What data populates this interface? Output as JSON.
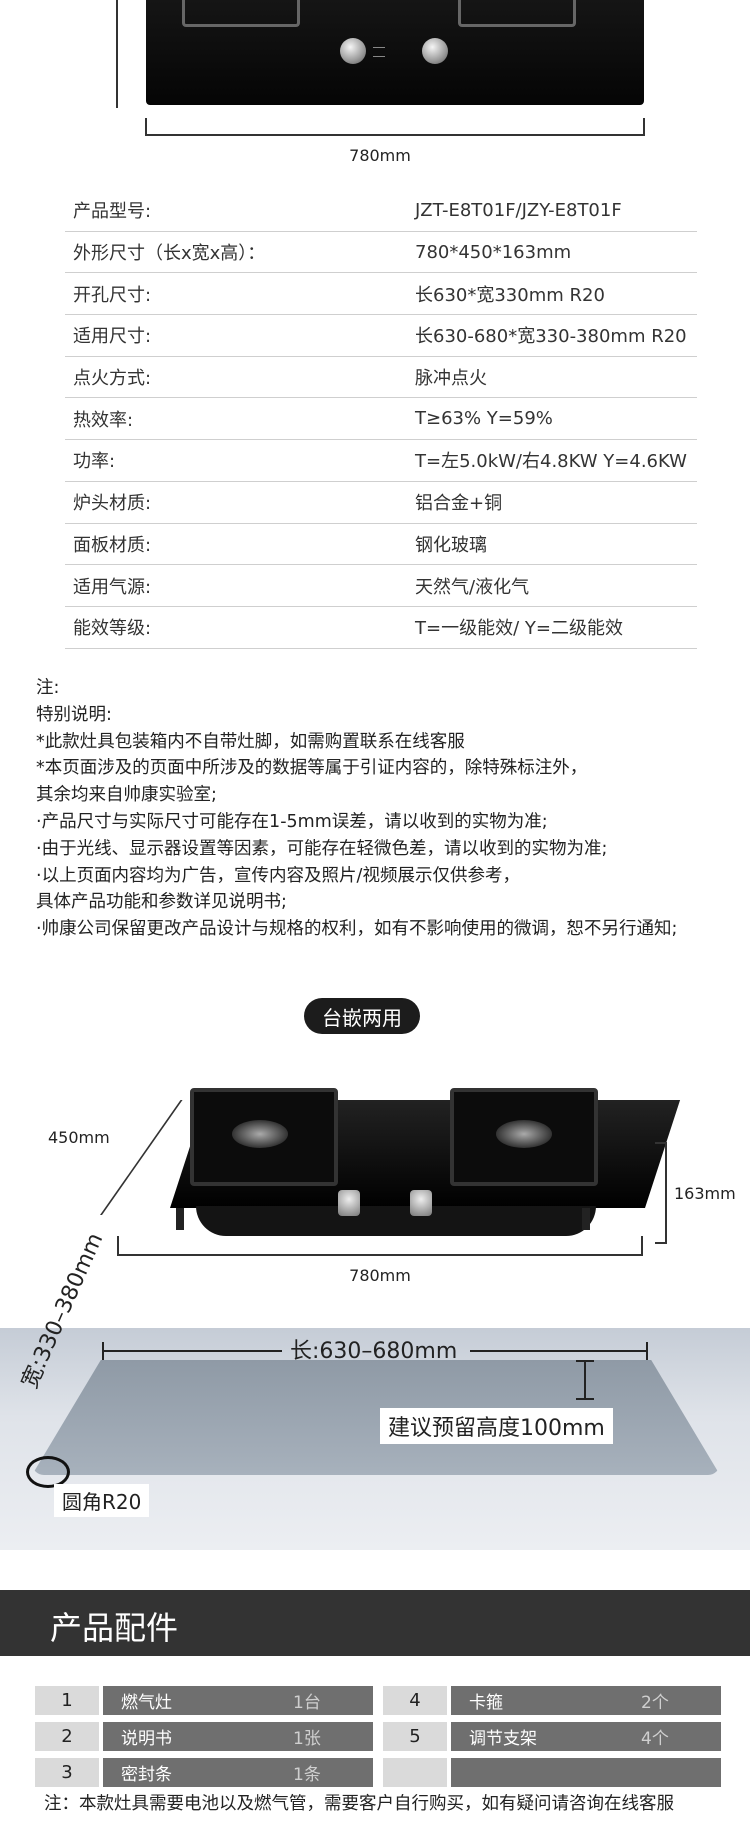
{
  "top_dimension": {
    "width_label": "780mm"
  },
  "specs": [
    {
      "label": "产品型号:",
      "value": "JZT-E8T01F/JZY-E8T01F"
    },
    {
      "label": "外形尺寸（长x宽x高）：",
      "value": "780*450*163mm"
    },
    {
      "label": "开孔尺寸:",
      "value": "长630*宽330mm  R20"
    },
    {
      "label": "适用尺寸:",
      "value": "长630-680*宽330-380mm R20"
    },
    {
      "label": "点火方式:",
      "value": "脉冲点火"
    },
    {
      "label": "热效率:",
      "value": "T≥63%  Y=59%"
    },
    {
      "label": "功率:",
      "value": "T=左5.0kW/右4.8KW   Y=4.6KW"
    },
    {
      "label": "炉头材质:",
      "value": "铝合金+铜"
    },
    {
      "label": "面板材质:",
      "value": "钢化玻璃"
    },
    {
      "label": "适用气源:",
      "value": "天然气/液化气"
    },
    {
      "label": "能效等级:",
      "value": "T=一级能效/ Y=二级能效"
    }
  ],
  "notes": [
    "注:",
    "特别说明:",
    "*此款灶具包装箱内不自带灶脚，如需购置联系在线客服",
    "*本页面涉及的页面中所涉及的数据等属于引证内容的，除特殊标注外，",
    "其余均来自帅康实验室;",
    "·产品尺寸与实际尺寸可能存在1-5mm误差，请以收到的实物为准;",
    "·由于光线、显示器设置等因素，可能存在轻微色差，请以收到的实物为准;",
    "·以上页面内容均为广告，宣传内容及照片/视频展示仅供参考，",
    "具体产品功能和参数详见说明书;",
    " ·帅康公司保留更改产品设计与规格的权利，如有不影响使用的微调，恕不另行通知;"
  ],
  "install_badge": "台嵌两用",
  "bottom_dimensions": {
    "depth": "450mm",
    "height": "163mm",
    "width": "780mm"
  },
  "cutout": {
    "length_label": "长:630–680mm",
    "width_label": "宽:330–380mm",
    "clearance_label": "建议预留高度100mm",
    "corner_label": "圆角R20"
  },
  "accessories": {
    "title": "产品配件",
    "items": [
      {
        "num": "1",
        "name": "燃气灶",
        "qty": "1台"
      },
      {
        "num": "2",
        "name": "说明书",
        "qty": "1张"
      },
      {
        "num": "3",
        "name": "密封条",
        "qty": "1条"
      },
      {
        "num": "4",
        "name": "卡箍",
        "qty": "2个"
      },
      {
        "num": "5",
        "name": "调节支架",
        "qty": "4个"
      }
    ],
    "note": "注：本款灶具需要电池以及燃气管，需要客户自行购买，如有疑问请咨询在线客服"
  },
  "colors": {
    "dark_header": "#333333",
    "accessory_cell": "#6f6f6f",
    "accessory_num": "#dadada"
  }
}
